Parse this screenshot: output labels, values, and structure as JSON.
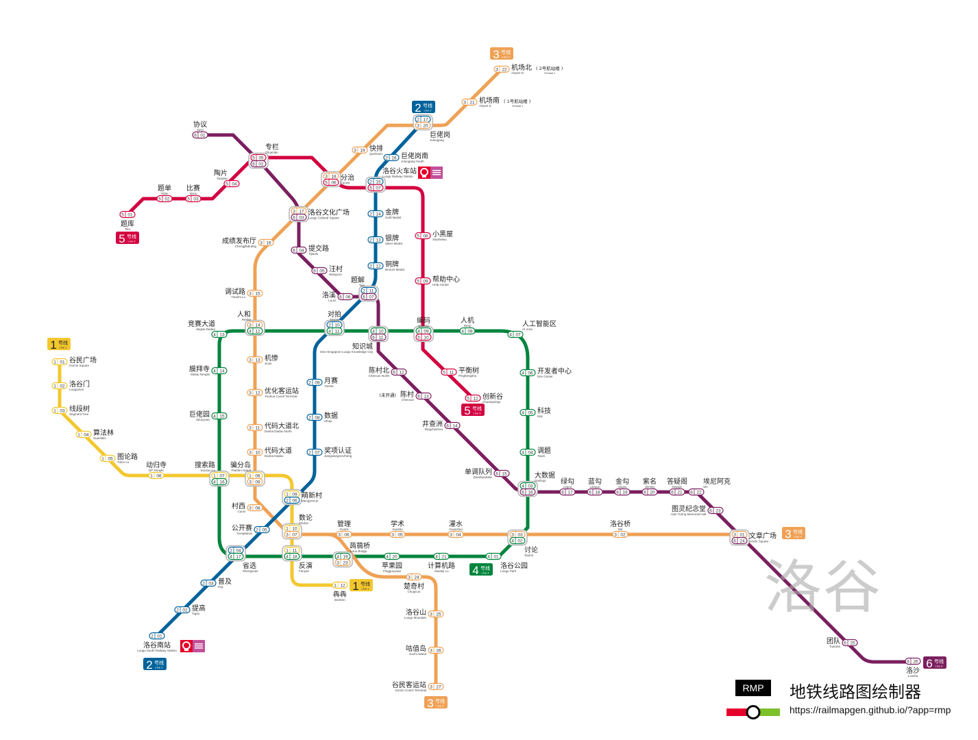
{
  "colors": {
    "1": "#f3c72e",
    "2": "#00629b",
    "3": "#efa155",
    "4": "#00843d",
    "5": "#d3003f",
    "6": "#7b1f5f",
    "interchange_frame": "#b5b5b5",
    "railway_red": "#e4002b",
    "railway_magenta": "#c2509a"
  },
  "lines": {
    "1": {
      "num": "1",
      "cn": "号线",
      "en": "Line 1"
    },
    "2": {
      "num": "2",
      "cn": "号线",
      "en": "Line 2"
    },
    "3": {
      "num": "3",
      "cn": "号线",
      "en": "Line 3"
    },
    "4": {
      "num": "4",
      "cn": "号线",
      "en": "Line 4"
    },
    "5": {
      "num": "5",
      "cn": "号线",
      "en": "Line 5"
    },
    "6": {
      "num": "6",
      "cn": "号线",
      "en": "Line 6"
    }
  },
  "stations": [
    {
      "codes": [
        "1-01"
      ],
      "name": "谷民广场",
      "en": "Gumin Square"
    },
    {
      "codes": [
        "1-02"
      ],
      "name": "洛谷门",
      "en": "Luogumen"
    },
    {
      "codes": [
        "1-03"
      ],
      "name": "线段树",
      "en": "Segment Tree"
    },
    {
      "codes": [
        "1-04"
      ],
      "name": "算法林",
      "en": "Suanfalin"
    },
    {
      "codes": [
        "1-05"
      ],
      "name": "图论路",
      "en": "Tulun Lu"
    },
    {
      "codes": [
        "1-06"
      ],
      "name": "动归寺",
      "en": "DP Temple"
    },
    {
      "codes": [
        "1-07",
        "4-16"
      ],
      "name": "搜索路",
      "en": "Sousuo Lu"
    },
    {
      "codes": [
        "1-08",
        "3-09"
      ],
      "name": "骗分岛",
      "en": "Pianfen Island"
    },
    {
      "codes": [
        "1-09",
        "2-06"
      ],
      "name": "萌新村",
      "en": "Mengxincun"
    },
    {
      "codes": [
        "1-10",
        "3-07"
      ],
      "name": "数论",
      "en": "Shulun"
    },
    {
      "codes": [
        "1-11",
        "4-18"
      ],
      "name": "反演",
      "en": "Fanyan"
    },
    {
      "codes": [
        "1-12"
      ],
      "name": "犇犇",
      "en": "Benben"
    },
    {
      "codes": [
        "2-01"
      ],
      "name": "洛谷南站",
      "en": "Luogu South Railway Station",
      "railway": true
    },
    {
      "codes": [
        "2-02"
      ],
      "name": "提高",
      "en": "Tigao"
    },
    {
      "codes": [
        "2-03"
      ],
      "name": "普及",
      "en": "Puji"
    },
    {
      "codes": [
        "2-04",
        "4-17"
      ],
      "name": "省选",
      "en": "Shengxuan"
    },
    {
      "codes": [
        "2-05"
      ],
      "name": "公开赛",
      "en": "Gongkaisai"
    },
    {
      "codes": [
        "2-07"
      ],
      "name": "奖项认证",
      "en": "Jiangxiangrenzheng"
    },
    {
      "codes": [
        "2-08"
      ],
      "name": "数据",
      "en": "Shuju"
    },
    {
      "codes": [
        "2-09"
      ],
      "name": "月赛",
      "en": "Yuesai"
    },
    {
      "codes": [
        "2-10",
        "4-11"
      ],
      "name": "对拍",
      "en": "Duipai"
    },
    {
      "codes": [
        "2-11",
        "6-07"
      ],
      "name": "题解",
      "en": "Tijie"
    },
    {
      "codes": [
        "2-12"
      ],
      "name": "铜牌",
      "en": "Bronze Medal"
    },
    {
      "codes": [
        "2-13"
      ],
      "name": "银牌",
      "en": "Silver Medal"
    },
    {
      "codes": [
        "2-14"
      ],
      "name": "金牌",
      "en": "Gold Medal"
    },
    {
      "codes": [
        "2-15",
        "5-07"
      ],
      "name": "洛谷火车站",
      "en": "Luogu Railway Station",
      "railway": true
    },
    {
      "codes": [
        "2-16"
      ],
      "name": "巨佬岗南",
      "en": "Juluogang South"
    },
    {
      "codes": [
        "2-17",
        "3-20"
      ],
      "name": "巨佬岗",
      "en": "Juluogang"
    },
    {
      "codes": [
        "3-01",
        "6-24"
      ],
      "name": "文章广场",
      "en": "Article Square"
    },
    {
      "codes": [
        "3-02"
      ],
      "name": "洛谷桥",
      "en": "Stn"
    },
    {
      "codes": [
        "3-03",
        "4-02"
      ],
      "name": "讨论",
      "en": "Taolun"
    },
    {
      "codes": [
        "3-04"
      ],
      "name": "灌水",
      "en": "Guanshui"
    },
    {
      "codes": [
        "3-05"
      ],
      "name": "学术",
      "en": "Xueshu"
    },
    {
      "codes": [
        "3-06"
      ],
      "name": "管理",
      "en": "Guanli"
    },
    {
      "codes": [
        "3-08"
      ],
      "name": "村西",
      "en": "Cunxi"
    },
    {
      "codes": [
        "3-10"
      ],
      "name": "代码大道",
      "en": "Daima Dadao"
    },
    {
      "codes": [
        "3-11"
      ],
      "name": "代码大道北",
      "en": "Daima Dadao North"
    },
    {
      "codes": [
        "3-12"
      ],
      "name": "优化客运站",
      "en": "Youhua Coach Terminal"
    },
    {
      "codes": [
        "3-13"
      ],
      "name": "机惨",
      "en": "Jican"
    },
    {
      "codes": [
        "3-14",
        "4-12"
      ],
      "name": "人和",
      "en": "Renhe"
    },
    {
      "codes": [
        "3-15"
      ],
      "name": "调试路",
      "en": "Tiaoshi Lu"
    },
    {
      "codes": [
        "3-16"
      ],
      "name": "成绩发布厅",
      "en": "Chengjifabuting"
    },
    {
      "codes": [
        "3-17",
        "6-03"
      ],
      "name": "洛谷文化广场",
      "en": "Luogu Cultural Square"
    },
    {
      "codes": [
        "3-18",
        "5-06"
      ],
      "name": "分治",
      "en": "Fenzhi"
    },
    {
      "codes": [
        "3-19"
      ],
      "name": "快排",
      "en": "Quicksort"
    },
    {
      "codes": [
        "3-21"
      ],
      "name": "机场南",
      "en": "Airport S.",
      "note": "( 1号航站楼 )",
      "note_en": "Terminal 1"
    },
    {
      "codes": [
        "3-22"
      ],
      "name": "机场北",
      "en": "Airport N.",
      "note": "( 2号航站楼 )",
      "note_en": "Terminal 2"
    },
    {
      "codes": [
        "4-19",
        "3-23"
      ],
      "name": "蒟蒻桥",
      "en": "Juruo Bridge"
    },
    {
      "codes": [
        "3-24"
      ],
      "name": "楚奇村",
      "en": "Chuqicun"
    },
    {
      "codes": [
        "3-25"
      ],
      "name": "洛谷山",
      "en": "Luogu Mountain"
    },
    {
      "codes": [
        "3-26"
      ],
      "name": "咕值岛",
      "en": "Guzhi Island"
    },
    {
      "codes": [
        "3-27"
      ],
      "name": "谷民客运站",
      "en": "Gumin Coach Terminal"
    },
    {
      "codes": [
        "4-01"
      ],
      "name": "洛谷公园",
      "en": "Luogu Park"
    },
    {
      "codes": [
        "4-03",
        "6-16"
      ],
      "name": "大数据",
      "en": "Dashuju"
    },
    {
      "codes": [
        "4-04"
      ],
      "name": "调题",
      "en": "Tiaoti"
    },
    {
      "codes": [
        "4-05"
      ],
      "name": "科技",
      "en": "Keji"
    },
    {
      "codes": [
        "4-06"
      ],
      "name": "开发者中心",
      "en": "Dev Center"
    },
    {
      "codes": [
        "4-07"
      ],
      "name": "人工智能区",
      "en": "AI Area"
    },
    {
      "codes": [
        "4-08"
      ],
      "name": "人机",
      "en": "Renji"
    },
    {
      "codes": [
        "4-09",
        "5-10"
      ],
      "name": "编码",
      "en": "Bianma"
    },
    {
      "codes": [
        "4-10",
        "6-11"
      ],
      "name": "知识城",
      "en": "Sino-Singapore Luogu Knowledge City"
    },
    {
      "codes": [
        "4-13"
      ],
      "name": "竞赛大道",
      "en": "Jingsai Dadao"
    },
    {
      "codes": [
        "4-14"
      ],
      "name": "膜拜寺",
      "en": "Mobai Temple"
    },
    {
      "codes": [
        "4-15"
      ],
      "name": "巨佬园",
      "en": "Juluoyuan"
    },
    {
      "codes": [
        "4-20"
      ],
      "name": "苹果园",
      "en": "Pingguoyuan"
    },
    {
      "codes": [
        "4-21"
      ],
      "name": "计算机路",
      "en": "Jisuanji Lu"
    },
    {
      "codes": [
        "5-01"
      ],
      "name": "题库",
      "en": "Tiku"
    },
    {
      "codes": [
        "5-02"
      ],
      "name": "题单",
      "en": "Tidan"
    },
    {
      "codes": [
        "5-03"
      ],
      "name": "比赛",
      "en": "Bisai"
    },
    {
      "codes": [
        "5-04"
      ],
      "name": "陶片",
      "en": "Taopian"
    },
    {
      "codes": [
        "5-05",
        "6-02"
      ],
      "name": "专栏",
      "en": "Zhuanlan"
    },
    {
      "codes": [
        "5-08"
      ],
      "name": "小黑屋",
      "en": "Xiaoheiwu"
    },
    {
      "codes": [
        "5-09"
      ],
      "name": "帮助中心",
      "en": "Help Center"
    },
    {
      "codes": [
        "5-11"
      ],
      "name": "平衡树",
      "en": "Pinghengshu"
    },
    {
      "codes": [
        "5-12"
      ],
      "name": "创新谷",
      "en": "Chuangxingu"
    },
    {
      "codes": [
        "6-01"
      ],
      "name": "协议",
      "en": "Xieyi"
    },
    {
      "codes": [
        "6-04"
      ],
      "name": "提交路",
      "en": "Tijiaolu"
    },
    {
      "codes": [
        "6-05"
      ],
      "name": "汪村",
      "en": "Wangcun"
    },
    {
      "codes": [
        "6-06"
      ],
      "name": "洛溪",
      "en": "Luoxi"
    },
    {
      "codes": [
        "6-12"
      ],
      "name": "陈村北",
      "en": "Chencun North"
    },
    {
      "codes": [
        "6-13"
      ],
      "name": "陈村",
      "en": "Chencun",
      "note": "(未开通)"
    },
    {
      "codes": [
        "6-14"
      ],
      "name": "井查洲",
      "en": "Bingchazhou"
    },
    {
      "codes": [
        "6-15"
      ],
      "name": "单调队列",
      "en": "Dandiaoduilie"
    },
    {
      "codes": [
        "6-17"
      ],
      "name": "绿勾",
      "en": "Lvgou"
    },
    {
      "codes": [
        "6-18"
      ],
      "name": "蓝勾",
      "en": "Langou"
    },
    {
      "codes": [
        "6-19"
      ],
      "name": "金勾",
      "en": "Jingou"
    },
    {
      "codes": [
        "6-20"
      ],
      "name": "紫名",
      "en": "Ziming"
    },
    {
      "codes": [
        "6-21"
      ],
      "name": "答疑阁",
      "en": "Dayige"
    },
    {
      "codes": [
        "6-22"
      ],
      "name": "埃尼阿克",
      "en": "Stn"
    },
    {
      "codes": [
        "6-23"
      ],
      "name": "图灵纪念堂",
      "en": "Alan Turing Memorial Hall"
    },
    {
      "codes": [
        "6-25"
      ],
      "name": "团队",
      "en": "Tuandui"
    },
    {
      "codes": [
        "6-26"
      ],
      "name": "洛沙",
      "en": "Luosha"
    }
  ],
  "footer": {
    "watermark": "洛谷",
    "logo": "RMP",
    "title": "地铁线路图绘制器",
    "url": "https://railmapgen.github.io/?app=rmp"
  }
}
